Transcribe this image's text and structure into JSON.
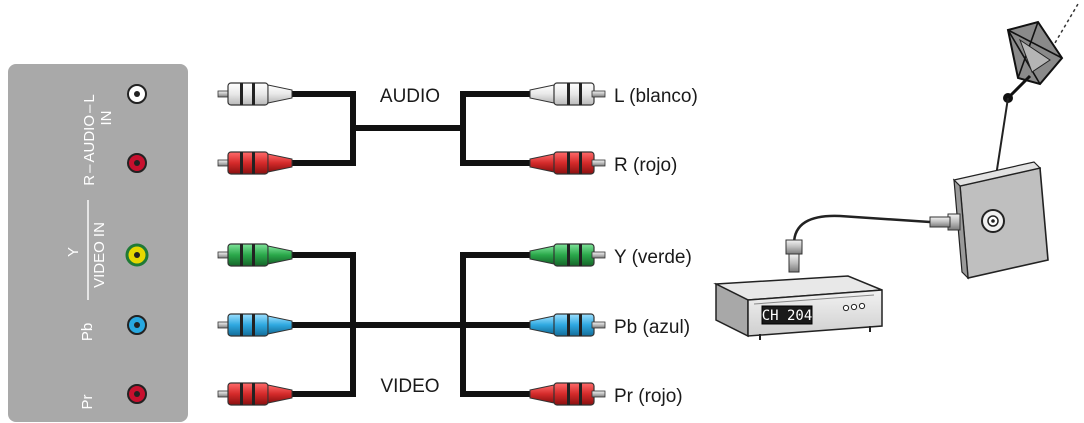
{
  "panel": {
    "audio_in": {
      "main": "AUDIO",
      "sub": "IN",
      "left": "L",
      "right": "R"
    },
    "video_in": "VIDEO IN",
    "y": "Y",
    "pb": "Pb",
    "pr": "Pr"
  },
  "labels": {
    "audio": "AUDIO",
    "video": "VIDEO",
    "l_blanco": "L (blanco)",
    "r_rojo": "R (rojo)",
    "y_verde": "Y (verde)",
    "pb_azul": "Pb (azul)",
    "pr_rojo": "Pr (rojo)"
  },
  "receiver": {
    "display": "CH 204"
  },
  "colors": {
    "panel": "#a9a9a9",
    "white_plug": "#ececec",
    "red_plug": "#d42a2a",
    "green_plug": "#2aa84a",
    "blue_plug": "#2ea8e0",
    "jack_red": "#c8102e",
    "jack_yellow": "#e6d800",
    "jack_blue": "#28a8e0",
    "cable": "#111111"
  }
}
